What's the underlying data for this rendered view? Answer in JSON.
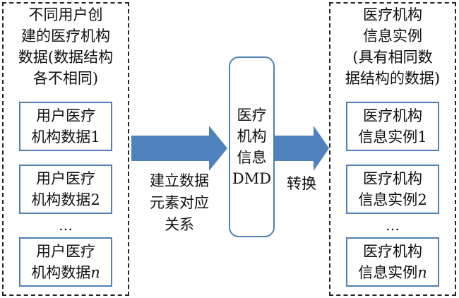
{
  "left_group": {
    "title_lines": [
      "不同用户创",
      "建的医疗机构",
      "数据(数据结构",
      "各不相同)"
    ],
    "items": [
      {
        "line1": "用户医疗",
        "line2_prefix": "机构数据",
        "line2_suffix": "1",
        "suffix_italic": false
      },
      {
        "line1": "用户医疗",
        "line2_prefix": "机构数据",
        "line2_suffix": "2",
        "suffix_italic": false
      },
      {
        "line1": "用户医疗",
        "line2_prefix": "机构数据",
        "line2_suffix": "n",
        "suffix_italic": true
      }
    ],
    "ellipsis": "…"
  },
  "center": {
    "dmd_lines": [
      "医疗",
      "机构",
      "信息",
      "DMD"
    ],
    "left_arrow_label_lines": [
      "建立数据",
      "元素对应",
      "关系"
    ],
    "right_arrow_label": "转换"
  },
  "right_group": {
    "title_lines": [
      "医疗机构",
      "信息实例",
      "(具有相同数",
      "据结构的数据)"
    ],
    "items": [
      {
        "line1": "医疗机构",
        "line2_prefix": "信息实例",
        "line2_suffix": "1",
        "suffix_italic": false
      },
      {
        "line1": "医疗机构",
        "line2_prefix": "信息实例",
        "line2_suffix": "2",
        "suffix_italic": false
      },
      {
        "line1": "医疗机构",
        "line2_prefix": "信息实例",
        "line2_suffix": "n",
        "suffix_italic": true
      }
    ],
    "ellipsis": "…"
  },
  "colors": {
    "box_border": "#4f7fb5",
    "arrow_fill": "#4f81bd",
    "dashed_border": "#222222"
  }
}
